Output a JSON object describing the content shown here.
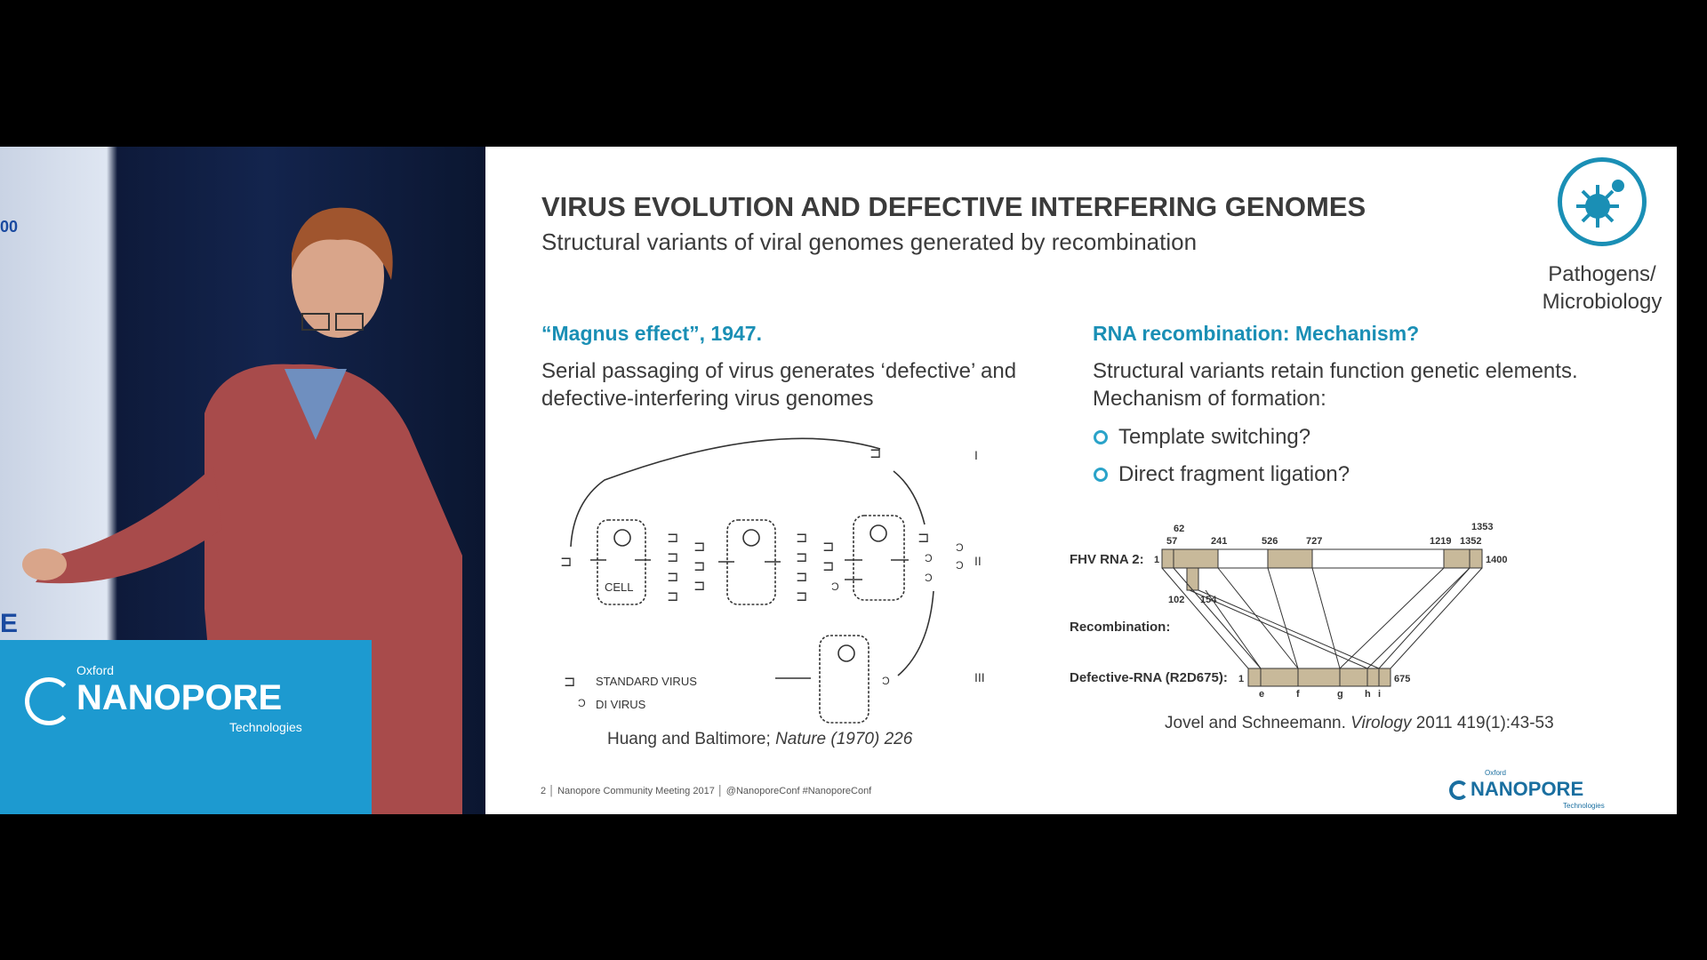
{
  "stage": {
    "screen_text_fragment": "00",
    "screen_letter": "E",
    "podium_logo": {
      "top": "Oxford",
      "main": "NANOPORE",
      "bottom": "Technologies"
    }
  },
  "slide": {
    "title": "VIRUS EVOLUTION AND DEFECTIVE INTERFERING GENOMES",
    "subtitle": "Structural variants of viral genomes generated by recombination",
    "category": {
      "icon": "pathogen-icon",
      "line1": "Pathogens/",
      "line2": "Microbiology",
      "color": "#1a8fb5"
    },
    "left": {
      "heading": "“Magnus effect”, 1947.",
      "body_line1": "Serial passaging of virus generates ‘defective’ and",
      "body_line2": "defective-interfering virus genomes",
      "diagram": {
        "cell_label": "CELL",
        "stages": [
          "I",
          "II",
          "III"
        ],
        "legend": [
          "STANDARD VIRUS",
          "DI VIRUS"
        ]
      },
      "citation_plain": "Huang and Baltimore; ",
      "citation_italic": "Nature (1970) 226"
    },
    "right": {
      "heading": "RNA recombination: Mechanism?",
      "body_line1": "Structural variants retain function genetic elements.",
      "body_line2": "Mechanism of formation:",
      "bullets": [
        "Template switching?",
        "Direct fragment ligation?"
      ],
      "diagram": {
        "fhv_label": "FHV RNA 2:",
        "recomb_label": "Recombination:",
        "defective_label": "Defective-RNA (R2D675):",
        "fhv_start": "1",
        "fhv_end": "1400",
        "fhv_positions": [
          "57",
          "62",
          "241",
          "526",
          "727",
          "1219",
          "1352",
          "1353"
        ],
        "insert_positions": [
          "102",
          "154"
        ],
        "def_start": "1",
        "def_end": "675",
        "junctions": [
          "e",
          "f",
          "g",
          "h",
          "i"
        ],
        "segment_color": "#c8b99a"
      },
      "citation_plain": "Jovel and Schneemann. ",
      "citation_italic": "Virology",
      "citation_rest": " 2011 419(1):43-53"
    },
    "footer": "2 │ Nanopore Community Meeting 2017 │ @NanoporeConf #NanoporeConf",
    "logo": {
      "top": "Oxford",
      "main": "NANOPORE",
      "bottom": "Technologies"
    }
  }
}
